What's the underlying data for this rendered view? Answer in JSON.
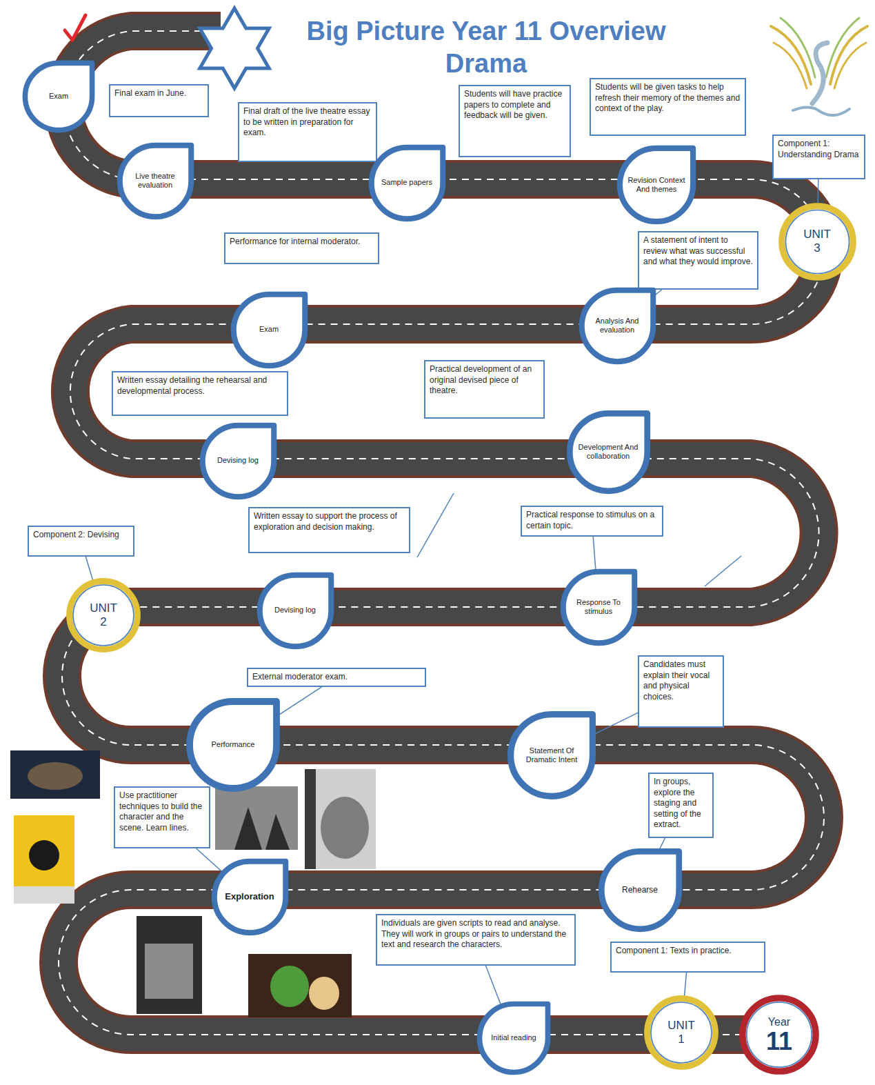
{
  "diagram": {
    "title": "Big Picture Year 11 Overview Drama",
    "nodes": [
      {
        "text": [
          "Exam"
        ]
      },
      {
        "text": [
          "Final exam in June."
        ]
      },
      {
        "text": [
          "Final draft of the live theatre essay to be written in preparation for exam."
        ]
      },
      {
        "text": [
          "Students will have practice papers to complete and feedback will be given."
        ]
      },
      {
        "text": [
          "Students will be given tasks to help refresh their memory of the themes and context of the play."
        ]
      },
      {
        "text": [
          "Component 1: Understanding Drama"
        ]
      },
      {
        "text": [
          "Live theatre evaluation"
        ]
      },
      {
        "text": [
          "Sample papers"
        ]
      },
      {
        "text": [
          "Revision Context And themes"
        ]
      },
      {
        "text": [
          "UNIT 3"
        ]
      },
      {
        "text": [
          "Performance for internal moderator."
        ]
      },
      {
        "text": [
          "A statement of intent to review what was successful and what they would improve."
        ]
      },
      {
        "text": [
          "Exam"
        ]
      },
      {
        "text": [
          "Analysis And evaluation"
        ]
      },
      {
        "text": [
          "Written essay detailing the rehearsal and developmental process."
        ]
      },
      {
        "text": [
          "Practical development of an original devised piece of theatre."
        ]
      },
      {
        "text": [
          "Devising log"
        ]
      },
      {
        "text": [
          "Development And collaboration"
        ]
      },
      {
        "text": [
          "Written essay to support the process of exploration and decision making."
        ]
      },
      {
        "text": [
          "Practical response to stimulus on a certain topic."
        ]
      },
      {
        "text": [
          "Component 2: Devising"
        ]
      },
      {
        "text": [
          "UNIT 2"
        ]
      },
      {
        "text": [
          "Devising log"
        ]
      },
      {
        "text": [
          "Response To stimulus"
        ]
      },
      {
        "text": [
          "External moderator exam."
        ]
      },
      {
        "text": [
          "Candidates must explain their vocal and physical choices."
        ]
      },
      {
        "text": [
          "Performance"
        ]
      },
      {
        "text": [
          "Statement Of Dramatic Intent"
        ]
      },
      {
        "text": [
          "Use practitioner techniques to build the character and the scene. Learn lines."
        ]
      },
      {
        "text": [
          "In groups, explore the staging and setting of the extract."
        ]
      },
      {
        "text": [
          "Exploration"
        ]
      },
      {
        "text": [
          "Rehearse"
        ]
      },
      {
        "text": [
          "Individuals are given scripts to read and analyse. They will work in groups or pairs to understand the text and research the characters."
        ]
      },
      {
        "text": [
          "Component 1: Texts in practice."
        ]
      },
      {
        "text": [
          "Initial reading"
        ]
      },
      {
        "text": [
          "UNIT 1"
        ]
      },
      {
        "text": [
          "Year",
          "11"
        ]
      }
    ],
    "edges": [
      {
        "from": 5,
        "to": 9,
        "arrow": "none"
      },
      {
        "from": 11,
        "to": 13,
        "arrow": "none"
      },
      {
        "from": 19,
        "to": 23,
        "arrow": "none"
      },
      {
        "from": 20,
        "to": 21,
        "arrow": "none"
      },
      {
        "from": 24,
        "to": 26,
        "arrow": "none"
      },
      {
        "from": 25,
        "to": 27,
        "arrow": "none"
      },
      {
        "from": 28,
        "to": 30,
        "arrow": "none"
      },
      {
        "from": 29,
        "to": 31,
        "arrow": "none"
      },
      {
        "from": 32,
        "to": 34,
        "arrow": "none"
      },
      {
        "from": 33,
        "to": 35,
        "arrow": "none"
      }
    ]
  }
}
